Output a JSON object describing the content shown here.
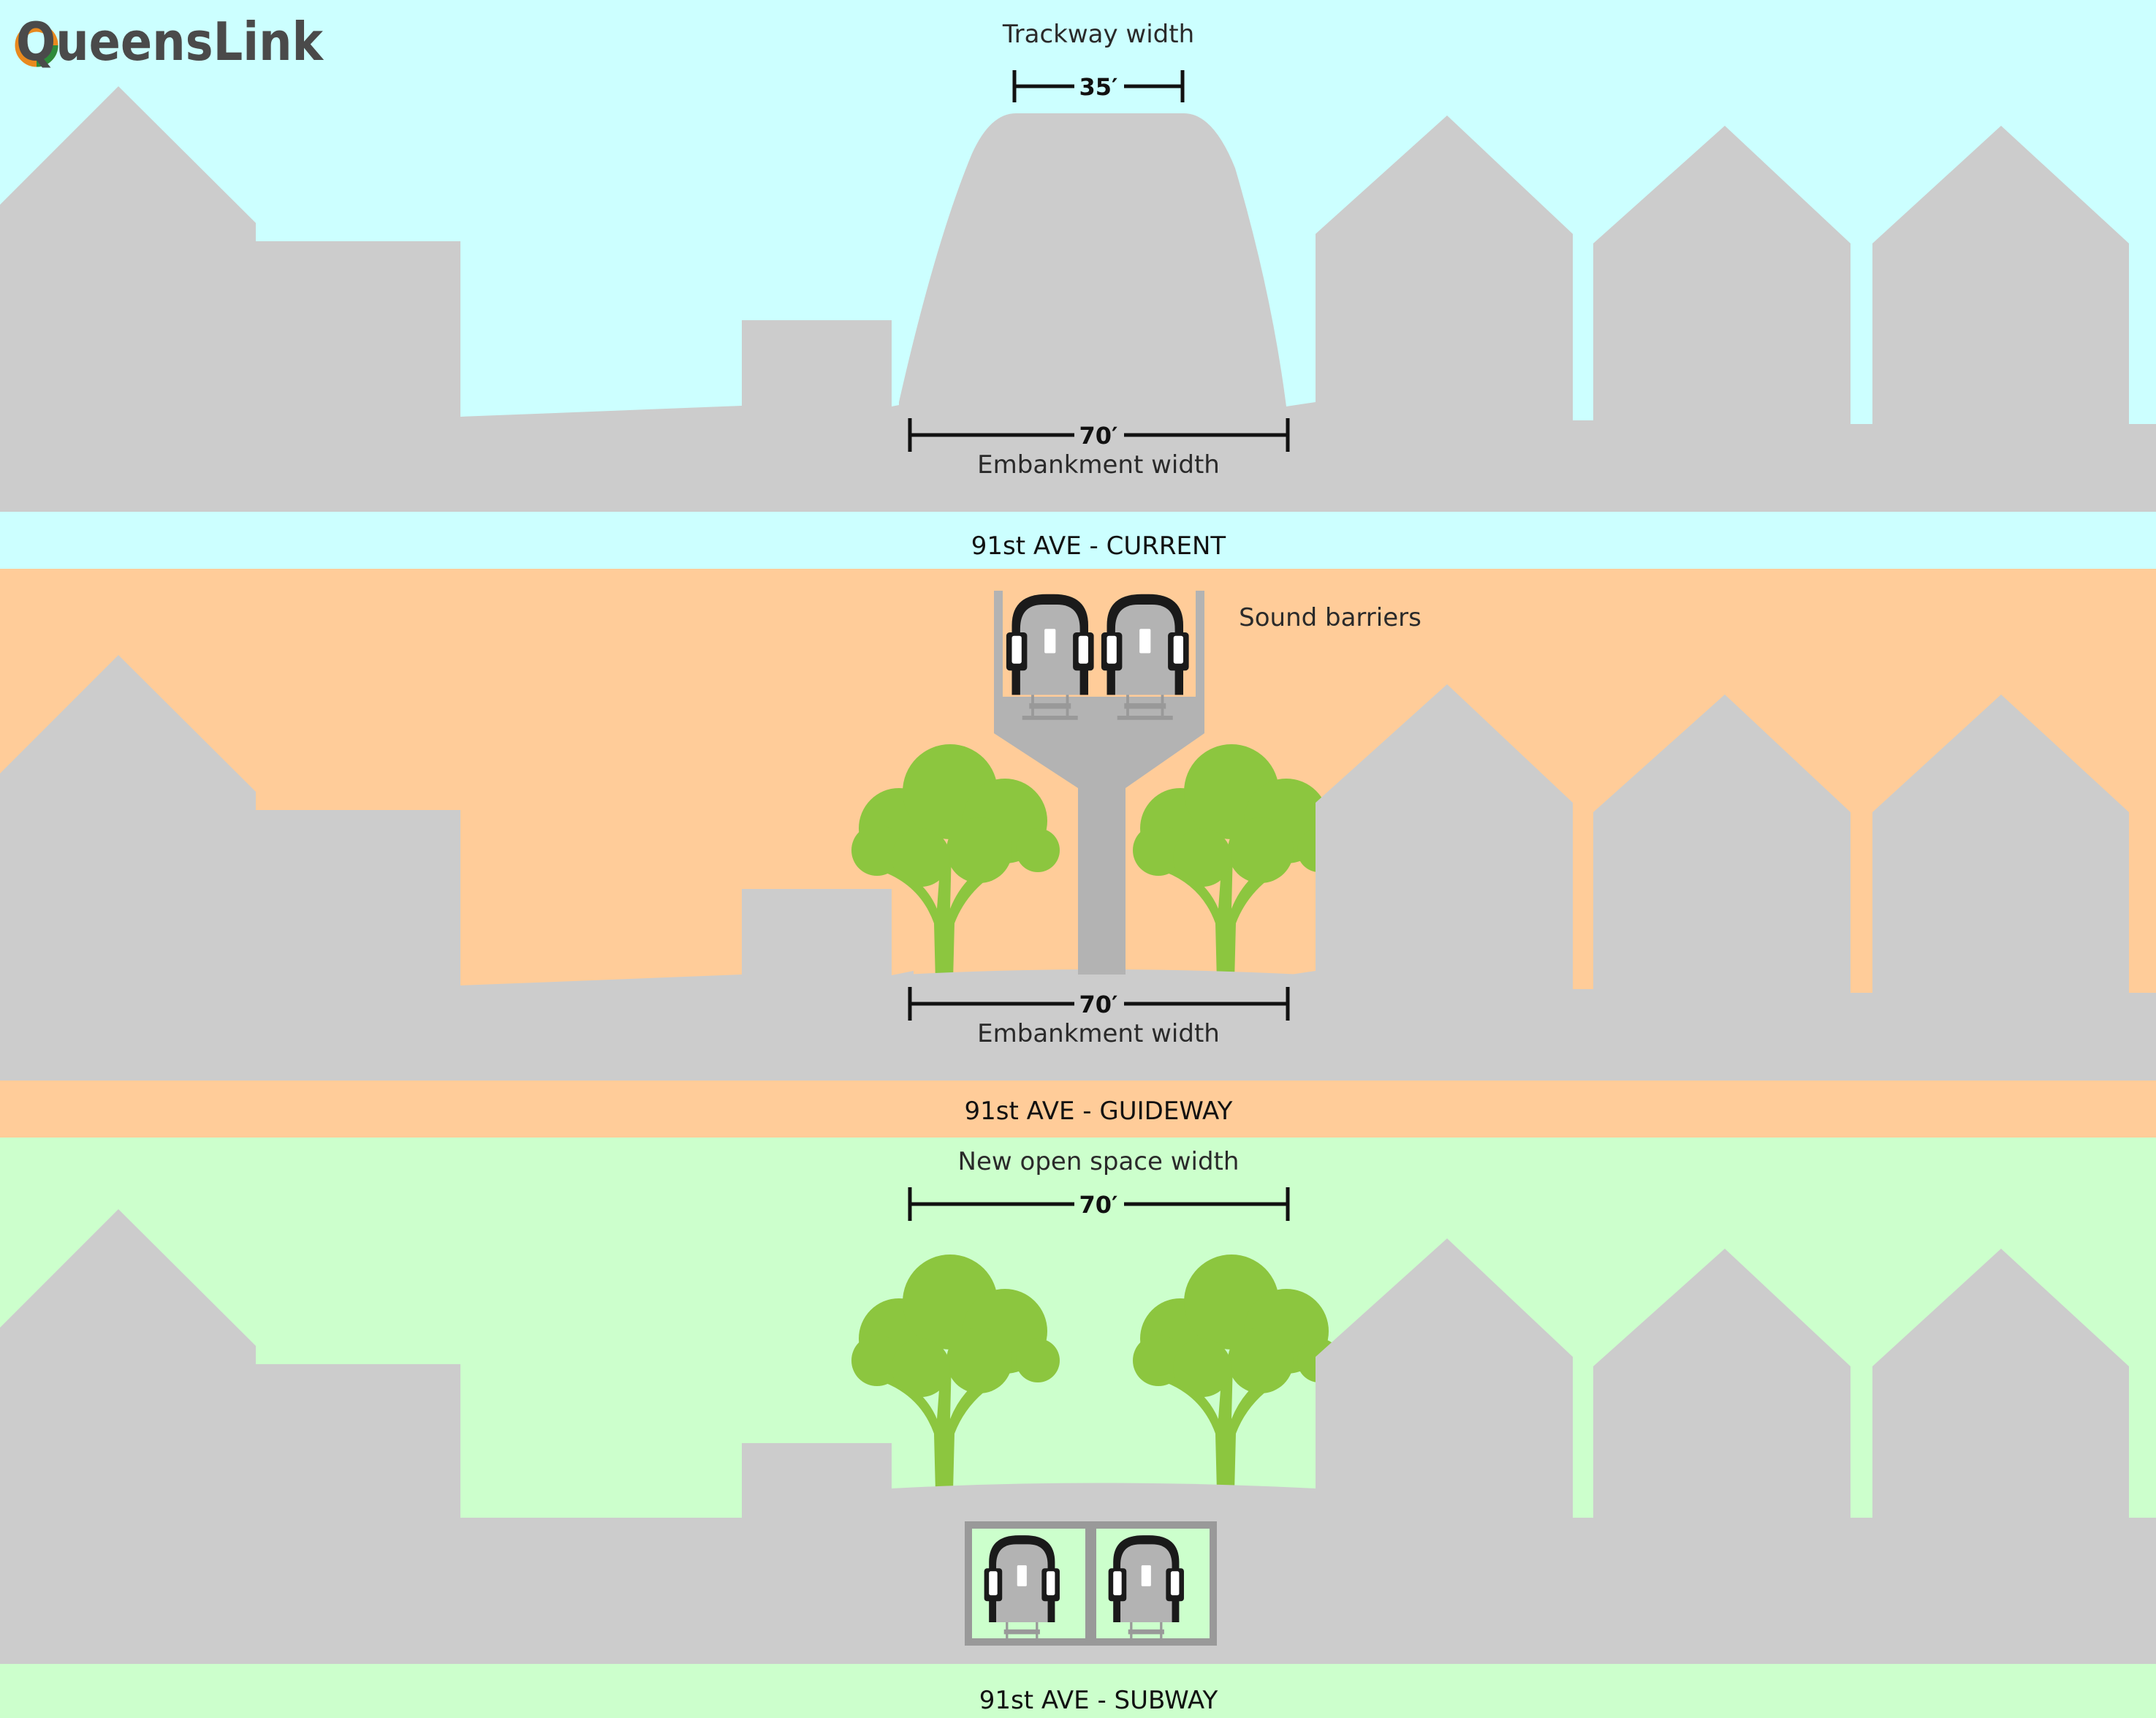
{
  "logo": {
    "text": "QueensLink",
    "q_colors": [
      "#e8891e",
      "#2e8b3a"
    ]
  },
  "colors": {
    "current_sky": "#ccffff",
    "guideway_sky": "#ffcc99",
    "subway_sky": "#ccffcc",
    "ground": "#cccccc",
    "tree_canopy": "#8cc63f",
    "train_dark": "#1a1a1a",
    "structure": "#b3b3b3"
  },
  "panels": {
    "current": {
      "caption": "91st AVE - CURRENT",
      "top_label": "Trackway width",
      "top_dim": "35′",
      "bottom_dim": "70′",
      "bottom_label": "Embankment width"
    },
    "guideway": {
      "caption": "91st AVE - GUIDEWAY",
      "side_label": "Sound barriers",
      "bottom_dim": "70′",
      "bottom_label": "Embankment width"
    },
    "subway": {
      "caption": "91st AVE - SUBWAY",
      "top_label": "New open space width",
      "top_dim": "70′"
    }
  },
  "icons": [
    "train-icon",
    "tree-icon",
    "house-icon"
  ]
}
